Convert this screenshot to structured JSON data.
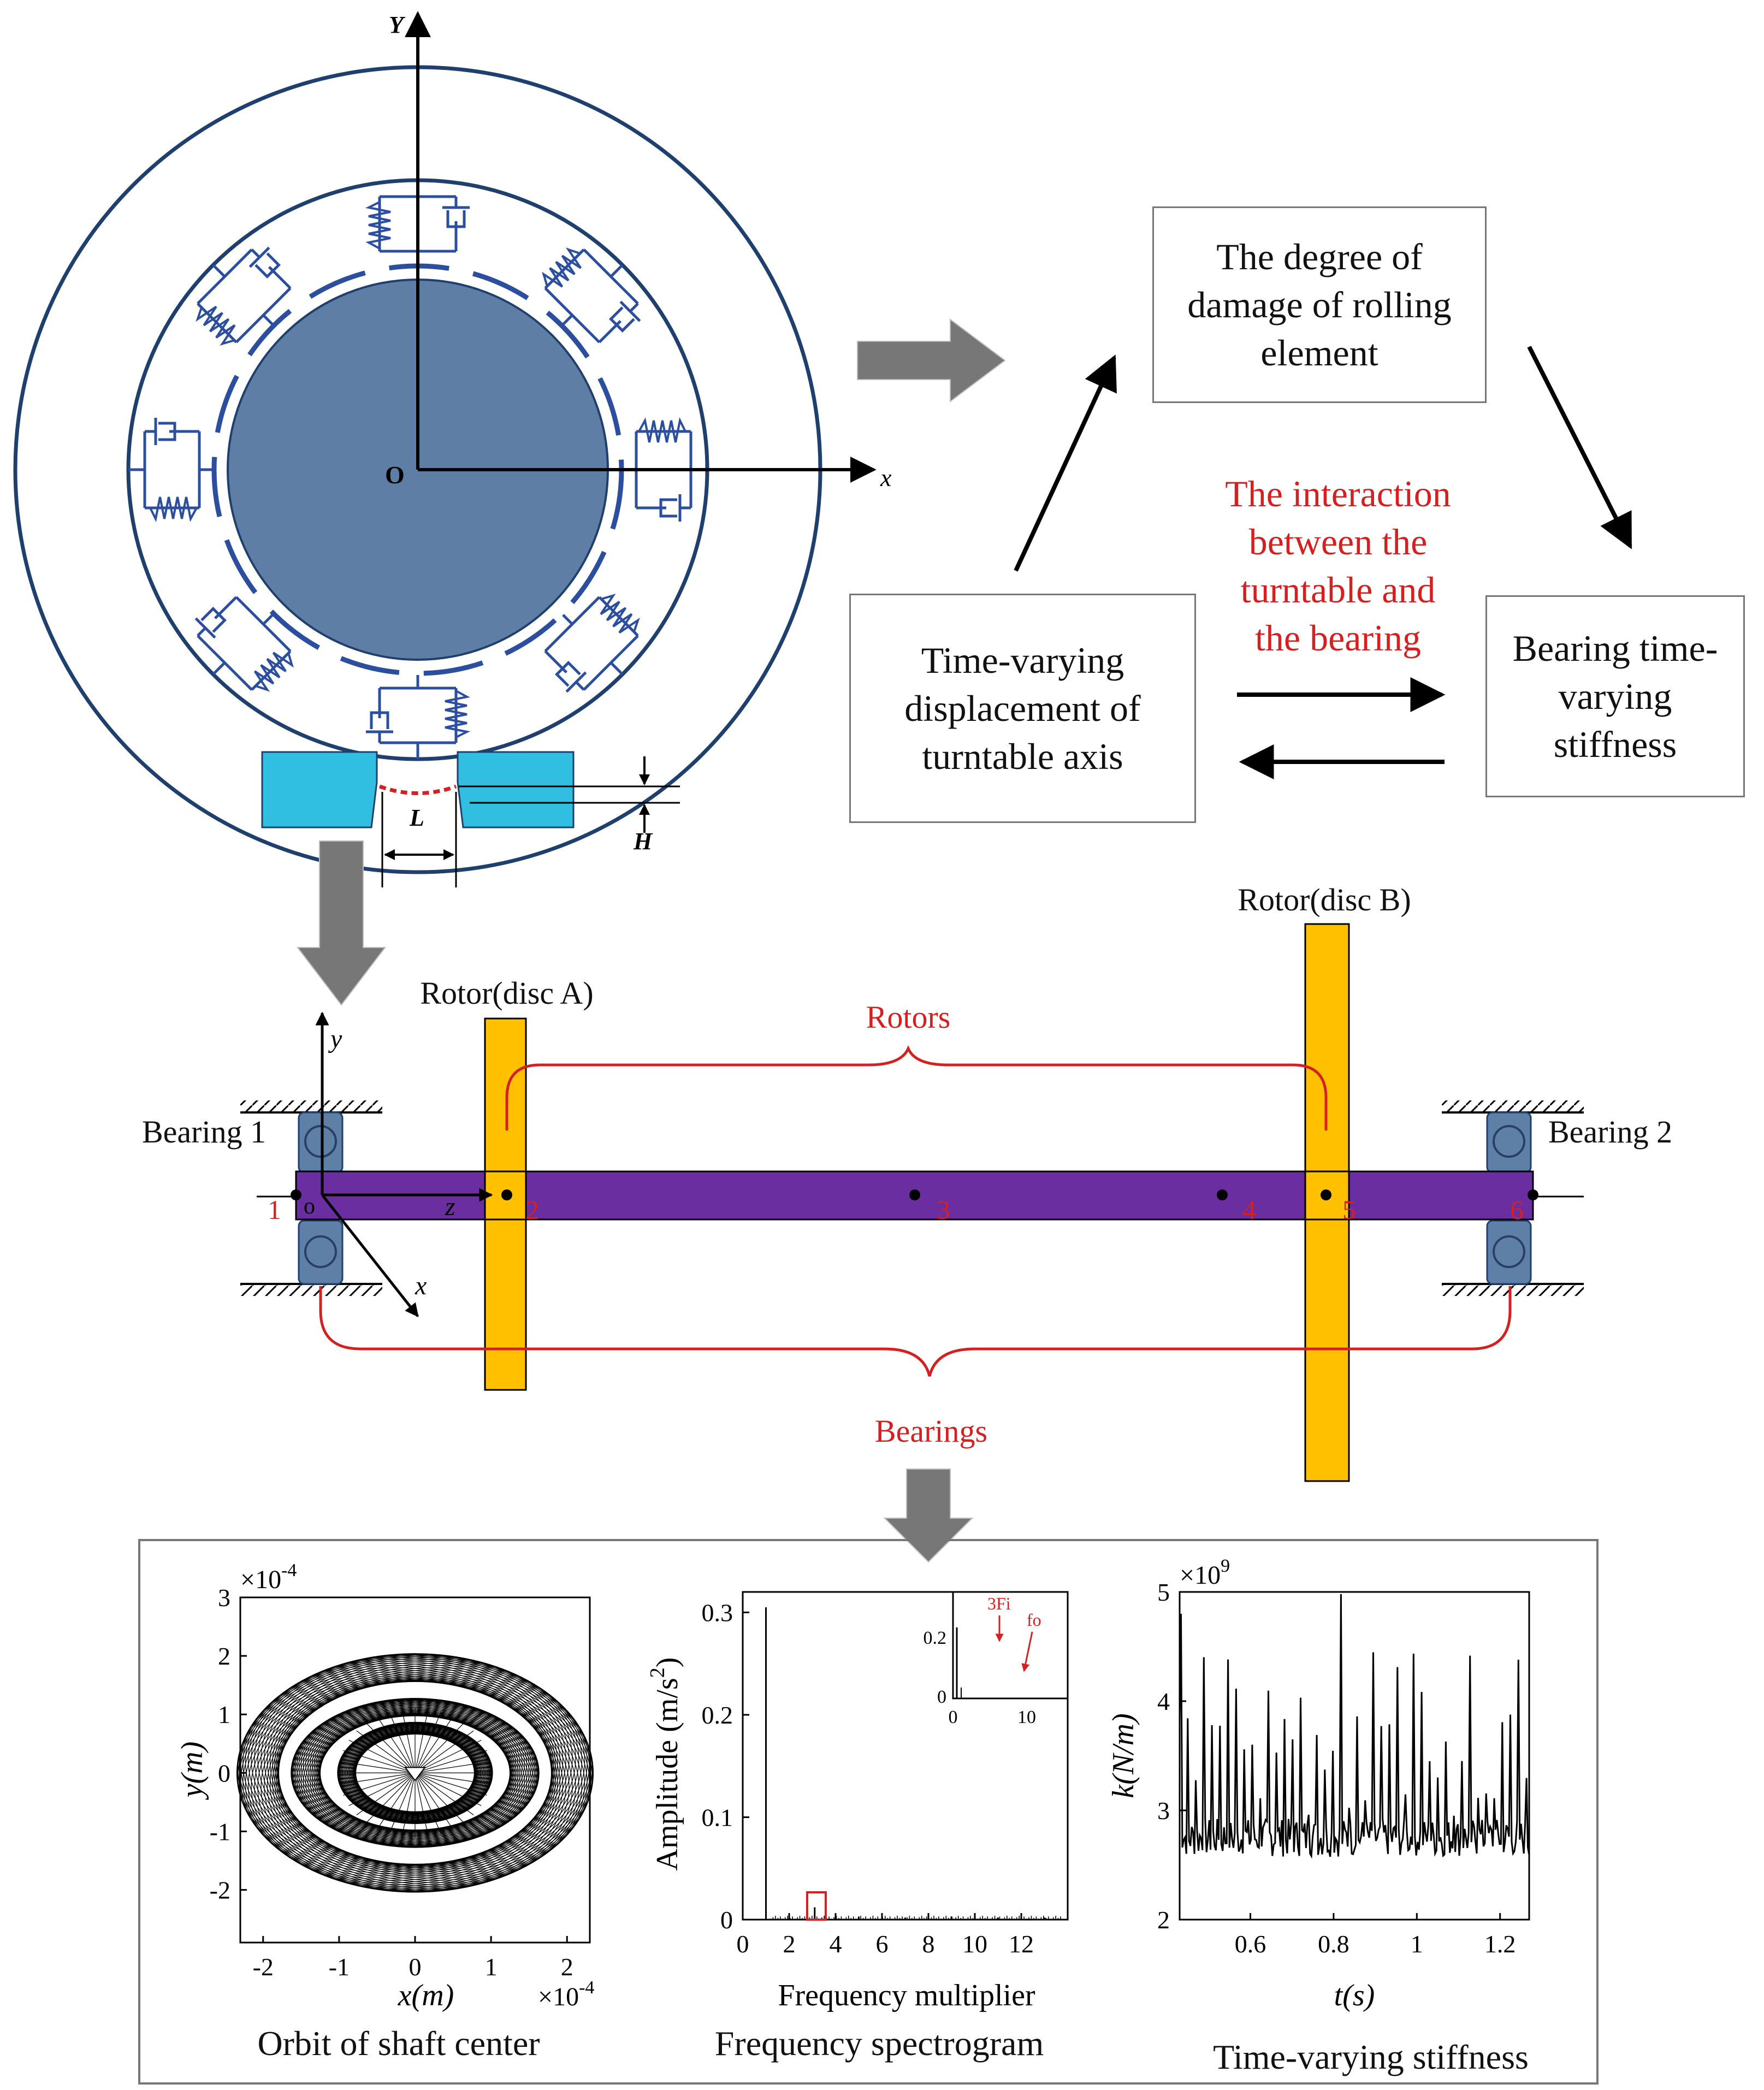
{
  "colors": {
    "ring": "#1f3f6e",
    "disc": "#5f7ea6",
    "spring": "#2b4f9e",
    "cyan": "#30bfe0",
    "arrow_gray": "#777777",
    "shaft": "#6a2ea0",
    "rotor": "#ffc000",
    "bearing_block": "#5e7fa6",
    "red": "#d42020"
  },
  "ring_diagram": {
    "axis_Y": "Y",
    "axis_x": "x",
    "origin": "O",
    "dim_L": "L",
    "dim_H": "H"
  },
  "flow": {
    "box_damage": "The degree of\ndamage of rolling\nelement",
    "box_displacement": "Time-varying\ndisplacement of\nturntable axis",
    "box_stiffness": "Bearing time-\nvarying\nstiffness",
    "interaction": "The interaction\nbetween the\nturntable and\nthe bearing"
  },
  "rotor_system": {
    "rotor_a": "Rotor(disc A)",
    "rotor_b": "Rotor(disc B)",
    "rotors": "Rotors",
    "bearings": "Bearings",
    "bearing_1": "Bearing 1",
    "bearing_2": "Bearing 2",
    "axis_y": "y",
    "axis_z": "z",
    "axis_x": "x",
    "origin": "o",
    "nodes": [
      "1",
      "2",
      "3",
      "4",
      "5",
      "6"
    ]
  },
  "plots": {
    "orbit": {
      "caption": "Orbit of shaft center",
      "xlabel": "x(m)",
      "ylabel": "y(m)",
      "xexp": "×10",
      "xexp_sup": "-4",
      "yexp": "×10",
      "yexp_sup": "-4",
      "xticks": [
        "-2",
        "-1",
        "0",
        "1",
        "2"
      ],
      "yticks": [
        "3",
        "2",
        "1",
        "0",
        "-1",
        "-2"
      ]
    },
    "spectrum": {
      "caption": "Frequency spectrogram",
      "xlabel": "Frequency multiplier",
      "ylabel": "Amplitude (m/s",
      "ylabel_sup": "2",
      "ylabel_end": ")",
      "xticks": [
        "0",
        "2",
        "4",
        "6",
        "8",
        "10",
        "12"
      ],
      "yticks": [
        "0.3",
        "0.2",
        "0.1",
        "0"
      ],
      "inset_yticks": [
        "0.2",
        "0"
      ],
      "inset_xticks": [
        "0",
        "10"
      ],
      "inset_label_3fi": "3Fi",
      "inset_label_fo": "fo"
    },
    "stiffness": {
      "caption": "Time-varying stiffness",
      "xlabel": "t(s)",
      "ylabel": "k(N/m)",
      "yexp": "×10",
      "yexp_sup": "9",
      "xticks": [
        "0.6",
        "0.8",
        "1",
        "1.2"
      ],
      "yticks": [
        "5",
        "4",
        "3",
        "2"
      ]
    }
  },
  "chart_data": [
    {
      "type": "scatter",
      "title": "Orbit of shaft center",
      "xlabel": "x(m)",
      "ylabel": "y(m)",
      "xlim": [
        -0.00023,
        0.00023
      ],
      "ylim": [
        -0.00029,
        0.0003
      ],
      "rings": [
        {
          "rx": 0.00023,
          "ry": 0.0002
        },
        {
          "rx": 0.00016,
          "ry": 0.000125
        },
        {
          "rx": 0.0001,
          "ry": 8.5e-05
        }
      ]
    },
    {
      "type": "bar",
      "title": "Frequency spectrogram",
      "xlabel": "Frequency multiplier",
      "ylabel": "Amplitude (m/s2)",
      "xlim": [
        0,
        14
      ],
      "ylim": [
        0,
        0.32
      ],
      "x": [
        1,
        3.1,
        5,
        7,
        9,
        11,
        13
      ],
      "values": [
        0.305,
        0.012,
        0.003,
        0.002,
        0.003,
        0.002,
        0.002
      ]
    },
    {
      "type": "line",
      "title": "Time-varying stiffness",
      "xlabel": "t(s)",
      "ylabel": "k(N/m)",
      "xlim": [
        0.43,
        1.27
      ],
      "ylim": [
        2000000000.0,
        5000000000.0
      ]
    }
  ]
}
